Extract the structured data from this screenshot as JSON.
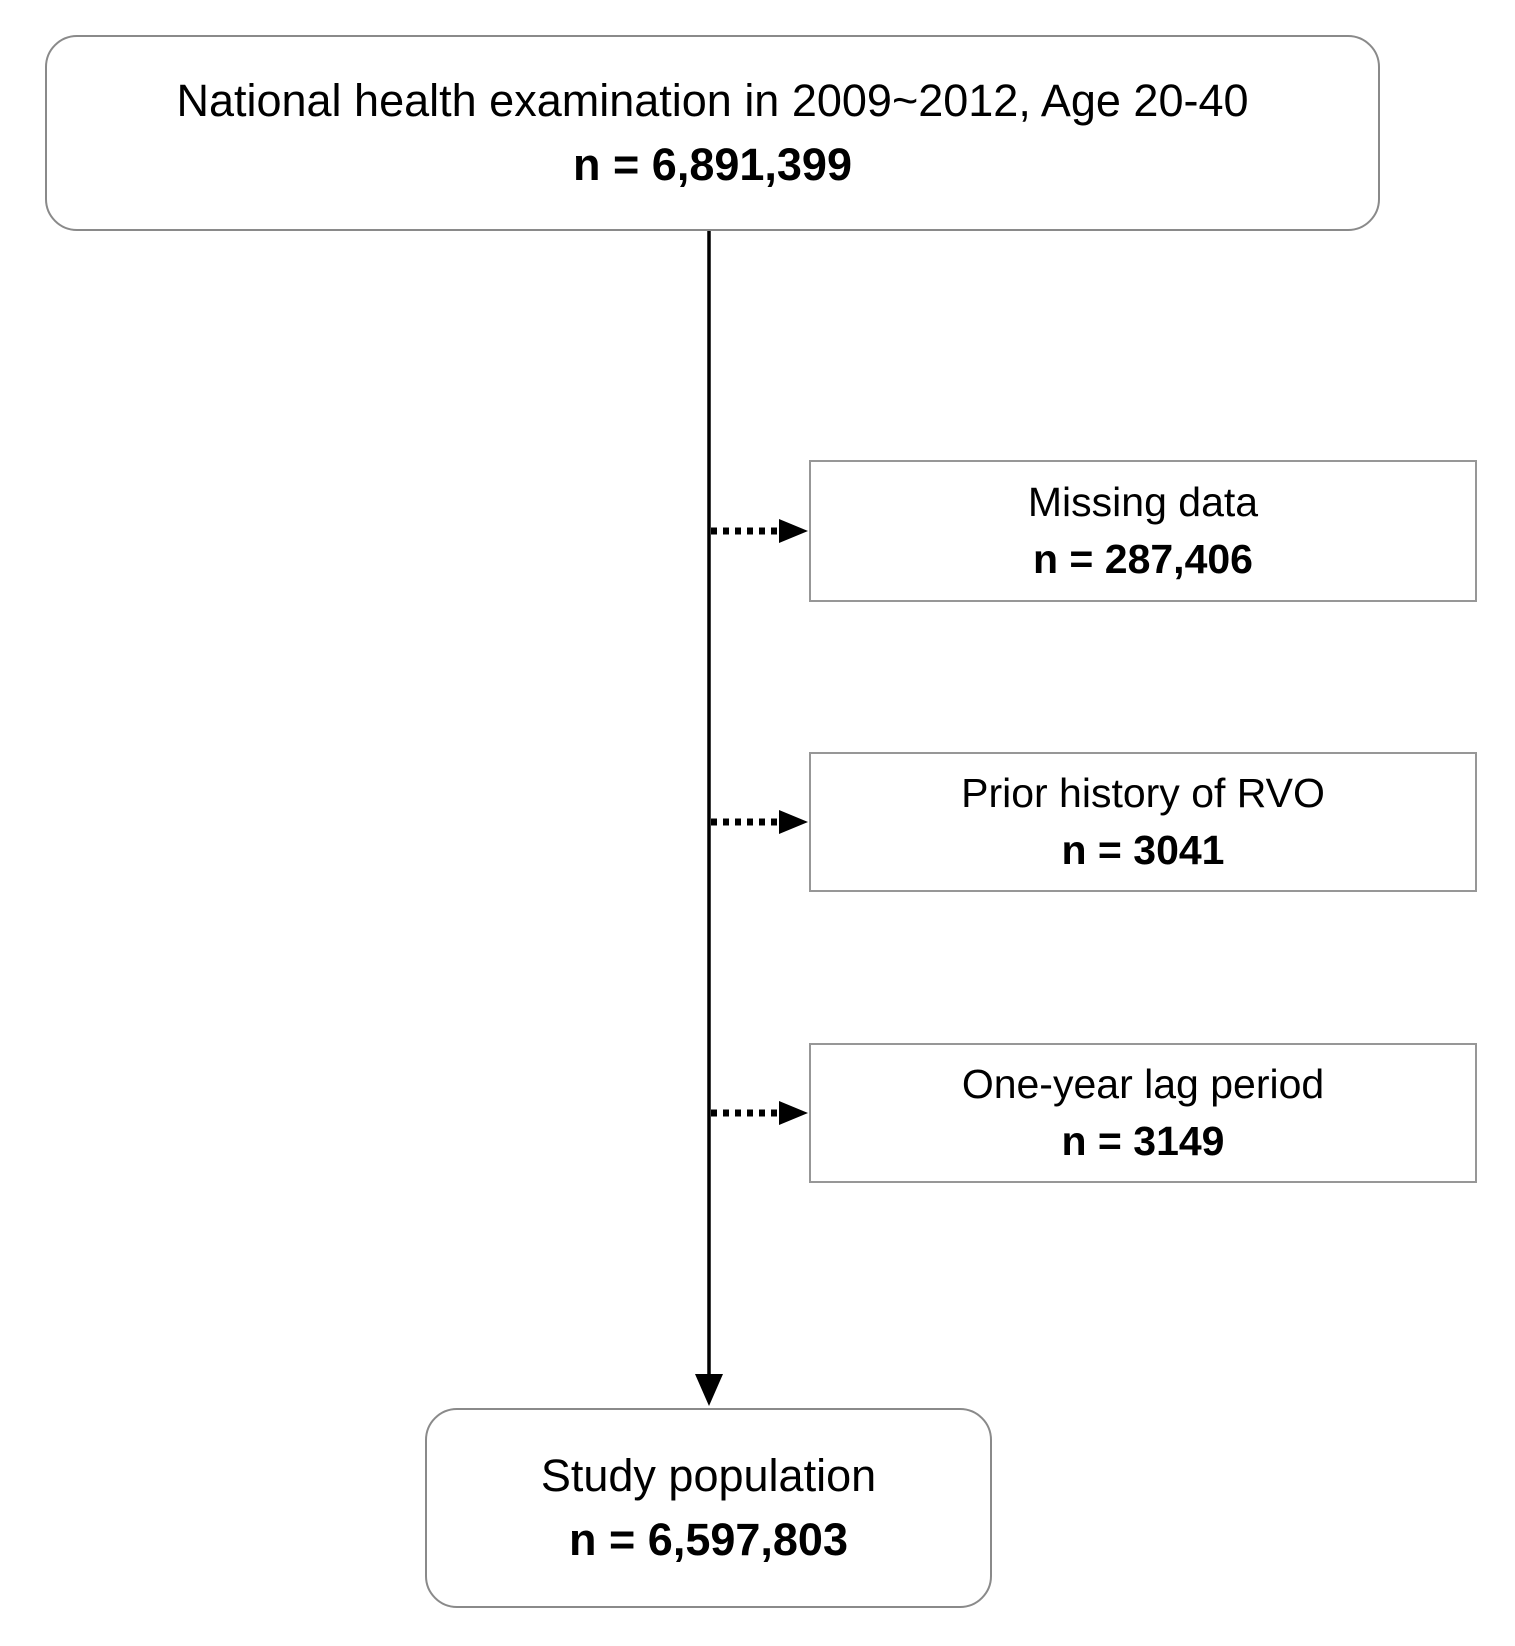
{
  "figure": {
    "top_box": {
      "label": "National health examination in 2009~2012, Age 20-40",
      "count": "n = 6,891,399"
    },
    "exclusions": [
      {
        "label": "Missing data",
        "count": "n = 287,406"
      },
      {
        "label": "Prior history of RVO",
        "count": "n = 3041"
      },
      {
        "label": "One-year lag period",
        "count": "n = 3149"
      }
    ],
    "bottom_box": {
      "label": "Study population",
      "count": "n = 6,597,803"
    },
    "colors": {
      "background": "#ffffff",
      "text": "#000000",
      "rounded_box_border": "#8a8a8a",
      "rect_box_border": "#979797",
      "connector": "#000000"
    }
  }
}
